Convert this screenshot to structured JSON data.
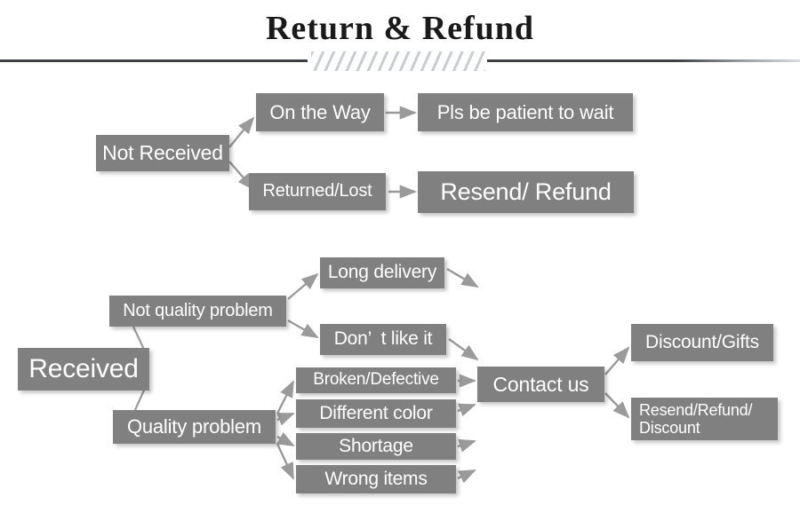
{
  "header": {
    "title": "Return & Refund",
    "divider_icon": "hatched-divider"
  },
  "flow": {
    "nodes": {
      "not_received": "Not Received",
      "on_the_way": "On the Way",
      "pls_wait": "Pls be patient to wait",
      "returned_lost": "Returned/Lost",
      "resend_refund": "Resend/ Refund",
      "received": "Received",
      "not_quality_problem": "Not quality problem",
      "quality_problem": "Quality problem",
      "long_delivery": "Long delivery",
      "dont_like_it": "Don’  t like it",
      "broken_defective": "Broken/Defective",
      "different_color": "Different color",
      "shortage": "Shortage",
      "wrong_items": "Wrong items",
      "contact_us": "Contact us",
      "discount_gifts": "Discount/Gifts",
      "resend_refund_discount": "Resend/Refund/\nDiscount"
    },
    "colors": {
      "node_fill": "#808080",
      "node_text": "#ffffff",
      "arrow": "#9a9a9a",
      "title_text": "#1a1a1a",
      "divider": "#3d3f42",
      "hatch": "#c9cdd2"
    },
    "edges": [
      {
        "from": "not_received",
        "to": "on_the_way"
      },
      {
        "from": "not_received",
        "to": "returned_lost"
      },
      {
        "from": "on_the_way",
        "to": "pls_wait"
      },
      {
        "from": "returned_lost",
        "to": "resend_refund"
      },
      {
        "from": "received",
        "to": "not_quality_problem"
      },
      {
        "from": "received",
        "to": "quality_problem"
      },
      {
        "from": "not_quality_problem",
        "to": "long_delivery"
      },
      {
        "from": "not_quality_problem",
        "to": "dont_like_it"
      },
      {
        "from": "quality_problem",
        "to": "broken_defective"
      },
      {
        "from": "quality_problem",
        "to": "different_color"
      },
      {
        "from": "quality_problem",
        "to": "shortage"
      },
      {
        "from": "quality_problem",
        "to": "wrong_items"
      },
      {
        "from": "long_delivery",
        "to": "contact_us"
      },
      {
        "from": "dont_like_it",
        "to": "contact_us"
      },
      {
        "from": "broken_defective",
        "to": "contact_us"
      },
      {
        "from": "different_color",
        "to": "contact_us"
      },
      {
        "from": "shortage",
        "to": "contact_us"
      },
      {
        "from": "wrong_items",
        "to": "contact_us"
      },
      {
        "from": "contact_us",
        "to": "discount_gifts"
      },
      {
        "from": "contact_us",
        "to": "resend_refund_discount"
      }
    ]
  }
}
